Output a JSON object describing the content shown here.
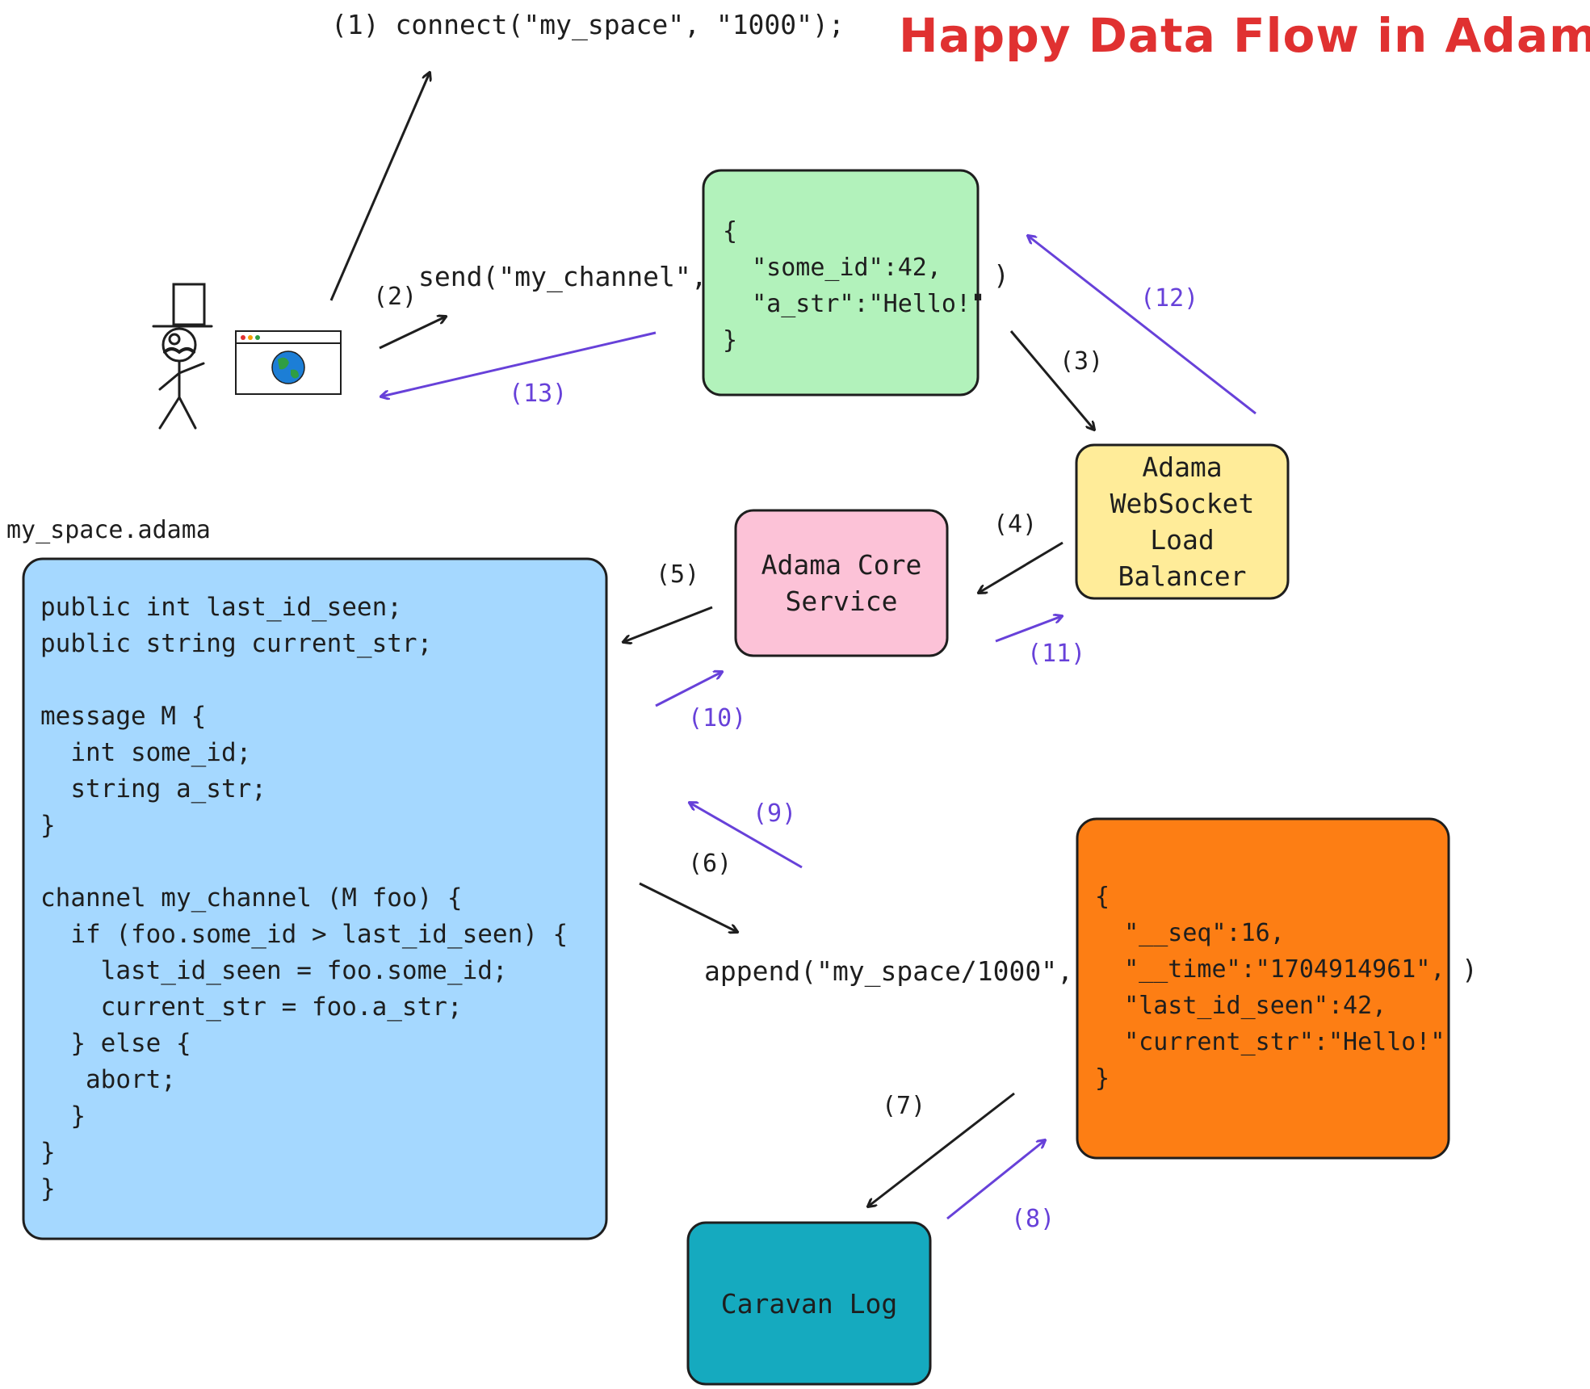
{
  "title": "Happy Data Flow in Adama",
  "calls": {
    "connect": "(1) connect(\"my_space\", \"1000\");",
    "send": "send(\"my_channel\",",
    "send_close": ")",
    "append": "append(\"my_space/1000\",",
    "append_close": ")"
  },
  "steps": {
    "s2": "(2)",
    "s3": "(3)",
    "s4": "(4)",
    "s5": "(5)",
    "s6": "(6)",
    "s7": "(7)",
    "s8": "(8)",
    "s9": "(9)",
    "s10": "(10)",
    "s11": "(11)",
    "s12": "(12)",
    "s13": "(13)"
  },
  "message_json": "{\n  \"some_id\":42,\n  \"a_str\":\"Hello!\"\n}",
  "doc_json": "{\n  \"__seq\":16,\n  \"__time\":\"1704914961\",\n  \"last_id_seen\":42,\n  \"current_str\":\"Hello!\"\n}",
  "load_balancer_label": "Adama\nWebSocket\nLoad\nBalancer",
  "core_service_label": "Adama Core\nService",
  "caravan_label": "Caravan Log",
  "file_name": "my_space.adama",
  "code": "public int last_id_seen;\npublic string current_str;\n\nmessage M {\n  int some_id;\n  string a_str;\n}\n\nchannel my_channel (M foo) {\n  if (foo.some_id > last_id_seen) {\n    last_id_seen = foo.some_id;\n    current_str = foo.a_str;\n  } else {\n   abort;\n  }\n}\n}",
  "colors": {
    "message_box": "#b2f2bb",
    "load_balancer_box": "#ffec99",
    "core_service_box": "#fcc2d7",
    "code_box": "#a5d8ff",
    "doc_box": "#fd7e14",
    "caravan_box": "#15aabf",
    "title": "#e03131",
    "request_arrow": "#1e1e1e",
    "response_arrow": "#6741d9"
  }
}
